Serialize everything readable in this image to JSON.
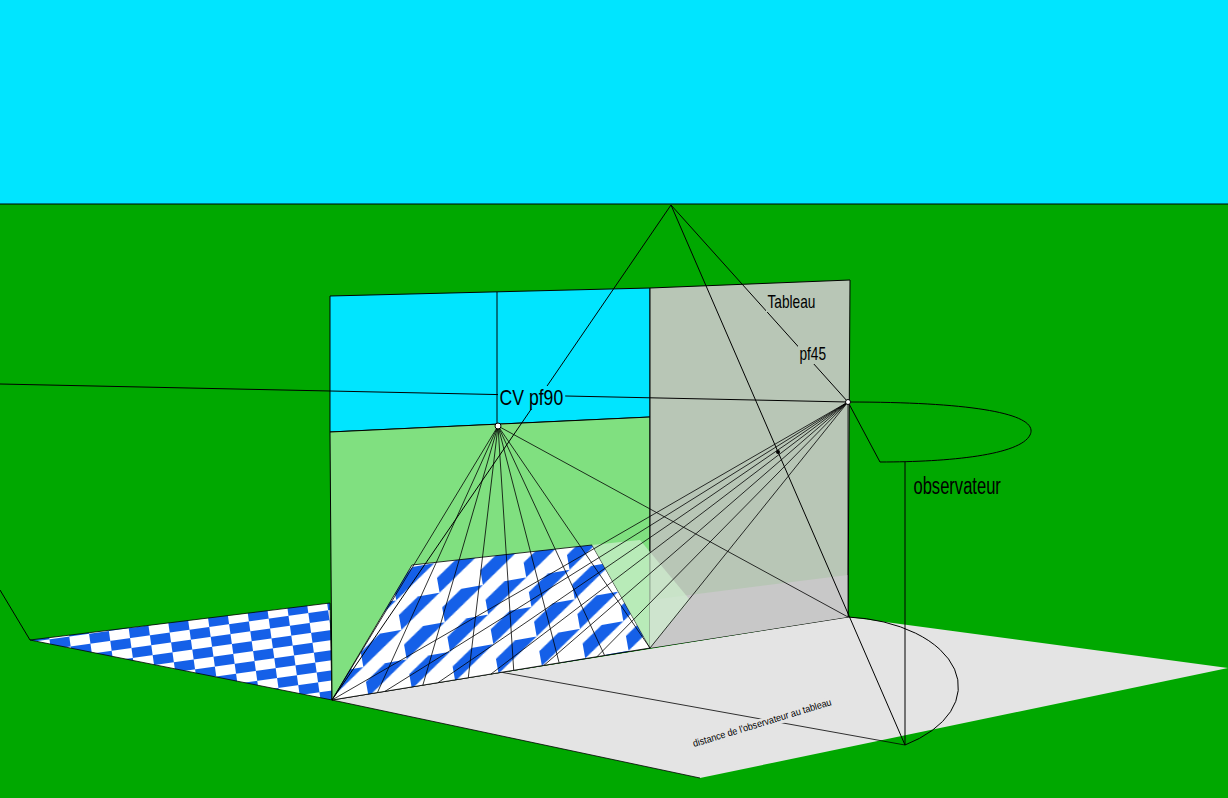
{
  "diagram": {
    "labels": [
      "Tableau",
      "CV pf90",
      "pf45",
      "observateur",
      "distance de l'observateur au tableau"
    ]
  }
}
